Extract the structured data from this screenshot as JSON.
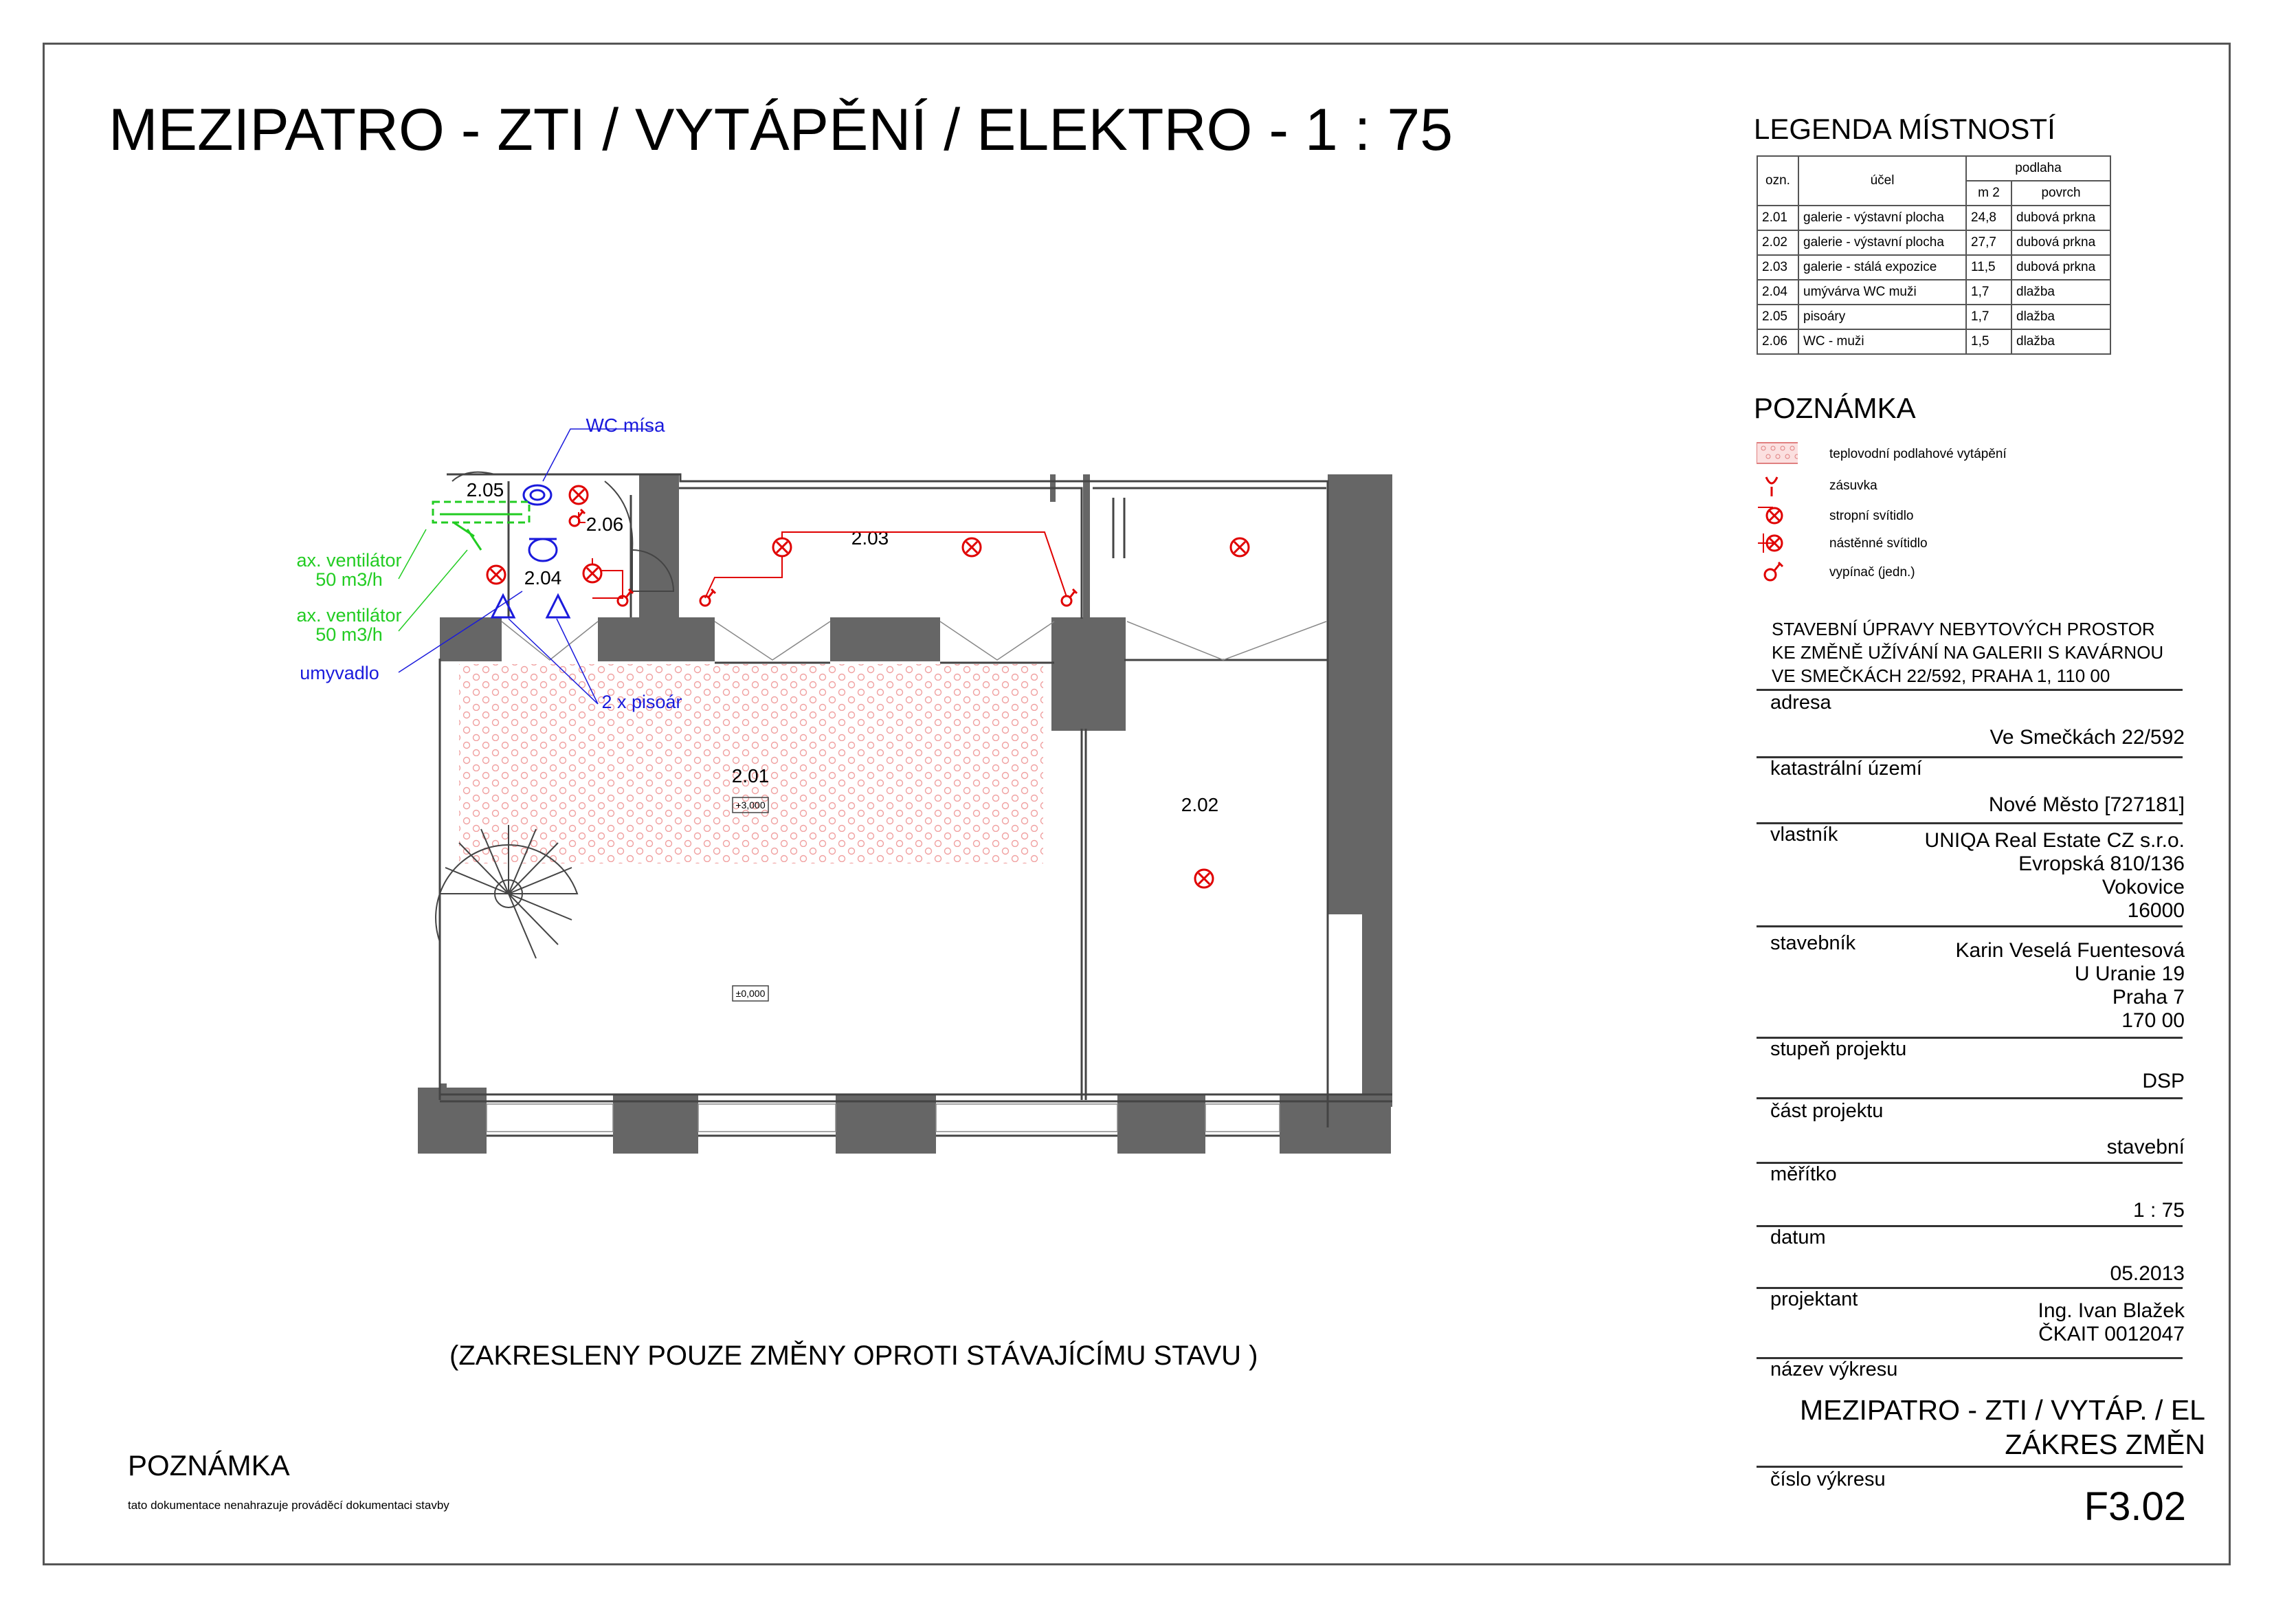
{
  "title": "MEZIPATRO -  ZTI / VYTÁPĚNÍ / ELEKTRO - 1 : 75",
  "legend": {
    "title": "LEGENDA MÍSTNOSTÍ",
    "headers": {
      "ozn": "ozn.",
      "ucel": "účel",
      "podlaha": "podlaha",
      "m2": "m 2",
      "povrch": "povrch"
    },
    "rows": [
      {
        "ozn": "2.01",
        "ucel": "galerie - výstavní plocha",
        "m2": "24,8",
        "povrch": "dubová prkna"
      },
      {
        "ozn": "2.02",
        "ucel": "galerie - výstavní plocha",
        "m2": "27,7",
        "povrch": "dubová prkna"
      },
      {
        "ozn": "2.03",
        "ucel": "galerie - stálá expozice",
        "m2": "11,5",
        "povrch": "dubová prkna"
      },
      {
        "ozn": "2.04",
        "ucel": "umývárva WC muži",
        "m2": "1,7",
        "povrch": "dlažba"
      },
      {
        "ozn": "2.05",
        "ucel": "pisoáry",
        "m2": "1,7",
        "povrch": "dlažba"
      },
      {
        "ozn": "2.06",
        "ucel": "WC - muži",
        "m2": "1,5",
        "povrch": "dlažba"
      }
    ]
  },
  "note": {
    "title": "POZNÁMKA",
    "items": [
      {
        "icon": "floor-heating-hatch",
        "label": "teplovodní podlahové vytápění"
      },
      {
        "icon": "socket-icon",
        "label": "zásuvka"
      },
      {
        "icon": "ceiling-light-icon",
        "label": "stropní svítidlo"
      },
      {
        "icon": "wall-light-icon",
        "label": "nástěnné svítidlo"
      },
      {
        "icon": "switch-icon",
        "label": "vypínač  (jedn.)"
      }
    ]
  },
  "project": {
    "name_lines": [
      "STAVEBNÍ ÚPRAVY NEBYTOVÝCH PROSTOR",
      "KE ZMĚNĚ UŽÍVÁNÍ NA GALERII S KAVÁRNOU",
      "VE SMEČKÁCH 22/592, PRAHA 1, 110 00"
    ],
    "adresa_label": "adresa",
    "adresa": "Ve Smečkách 22/592",
    "katastr_label": "katastrální území",
    "katastr": "Nové Město [727181]",
    "vlastnik_label": "vlastník",
    "vlastnik": [
      "UNIQA Real Estate CZ s.r.o.",
      "Evropská 810/136",
      "Vokovice",
      "16000"
    ],
    "stavebnik_label": "stavebník",
    "stavebnik": [
      "Karin Veselá Fuentesová",
      "U Uranie 19",
      "Praha 7",
      "170 00"
    ],
    "stupen_label": "stupeň projektu",
    "stupen": "DSP",
    "cast_label": "část projektu",
    "cast": "stavební",
    "meritko_label": "měřítko",
    "meritko": "1 : 75",
    "datum_label": "datum",
    "datum": "05.2013",
    "projektant_label": "projektant",
    "projektant": [
      "Ing. Ivan Blažek",
      "ČKAIT 0012047"
    ],
    "nazev_label": "název výkresu",
    "nazev": [
      "MEZIPATRO - ZTI / VYTÁP. / EL",
      "ZÁKRES ZMĚN"
    ],
    "cislo_label": "číslo výkresu",
    "cislo": "F3.02"
  },
  "plan": {
    "rooms": {
      "r201": "2.01",
      "r202": "2.02",
      "r203": "2.03",
      "r204": "2.04",
      "r205": "2.05",
      "r206": "2.06"
    },
    "levels": {
      "upper": "+3,000",
      "lower": "±0,000"
    },
    "callouts": {
      "wc": "WC mísa",
      "vent1a": "ax. ventilátor",
      "vent1b": "50 m3/h",
      "vent2a": "ax. ventilátor",
      "vent2b": "50 m3/h",
      "umyvadlo": "umyvadlo",
      "pisoar": "2 x pisoár"
    },
    "colors": {
      "wall": "#666666",
      "electric": "#e00000",
      "water": "#1a1adc",
      "vent": "#22cc22",
      "heating": "#f0a0a0"
    }
  },
  "bottom_note": "(ZAKRESLENY POUZE ZMĚNY OPROTI STÁVAJÍCÍMU STAVU )",
  "footer": {
    "title": "POZNÁMKA",
    "text": "tato dokumentace nenahrazuje prováděcí dokumentaci stavby"
  }
}
